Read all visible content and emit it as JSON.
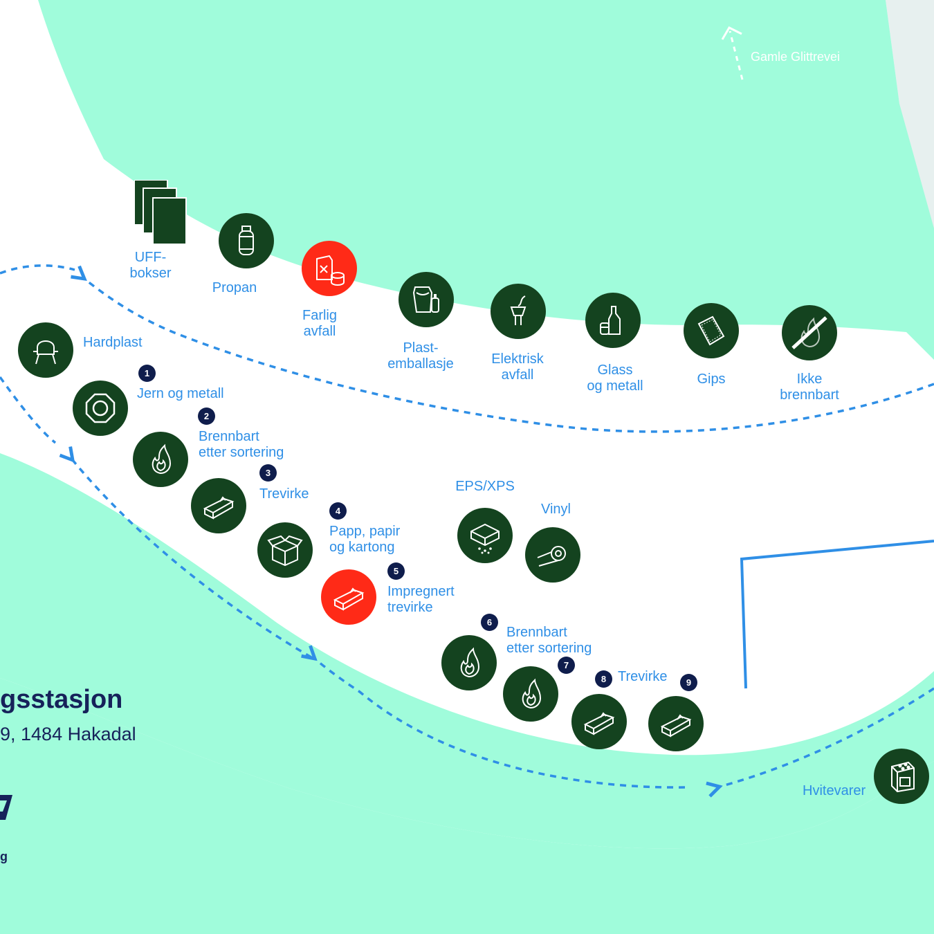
{
  "map": {
    "colors": {
      "green_area": "#a0fcdb",
      "grey_area": "#e7f0ef",
      "icon_green": "#14431f",
      "icon_red": "#ff2a17",
      "path_blue": "#2f8fe6",
      "number_navy": "#0f1d4c",
      "text_navy": "#16225a"
    },
    "road_label": "Gamle Glittrevei",
    "station_title": "gsstasjon",
    "station_address": "9, 1484 Hakadal",
    "logo_partial": "g",
    "stations": [
      {
        "id": "uff",
        "label": "UFF-\nbokser",
        "icon": "stacked-boxes-icon",
        "style": "square"
      },
      {
        "id": "propan",
        "label": "Propan",
        "icon": "gas-cylinder-icon",
        "style": "green"
      },
      {
        "id": "farlig",
        "label": "Farlig\navfall",
        "icon": "hazard-canister-icon",
        "style": "red"
      },
      {
        "id": "plast",
        "label": "Plast-\nemballasje",
        "icon": "plastic-packaging-icon",
        "style": "green"
      },
      {
        "id": "elektrisk",
        "label": "Elektrisk\navfall",
        "icon": "electric-plug-icon",
        "style": "green"
      },
      {
        "id": "glass",
        "label": "Glass\nog metall",
        "icon": "bottle-can-icon",
        "style": "green"
      },
      {
        "id": "gips",
        "label": "Gips",
        "icon": "plasterboard-icon",
        "style": "green"
      },
      {
        "id": "ikke",
        "label": "Ikke\nbrennbart",
        "icon": "no-fire-icon",
        "style": "green"
      },
      {
        "id": "hardplast",
        "label": "Hardplast",
        "icon": "plastic-chair-icon",
        "style": "green"
      },
      {
        "id": "jern",
        "number": "1",
        "label": "Jern og metall",
        "icon": "metal-nut-icon",
        "style": "green"
      },
      {
        "id": "brennbart1",
        "number": "2",
        "label": "Brennbart\netter sortering",
        "icon": "flame-icon",
        "style": "green"
      },
      {
        "id": "trevirke1",
        "number": "3",
        "label": "Trevirke",
        "icon": "wood-plank-icon",
        "style": "green"
      },
      {
        "id": "papp",
        "number": "4",
        "label": "Papp, papir\nog kartong",
        "icon": "cardboard-box-icon",
        "style": "green"
      },
      {
        "id": "impregnert",
        "number": "5",
        "label": "Impregnert\ntrevirke",
        "icon": "wood-plank-icon",
        "style": "red"
      },
      {
        "id": "eps",
        "label": "EPS/XPS",
        "icon": "eps-block-icon",
        "style": "green"
      },
      {
        "id": "vinyl",
        "label": "Vinyl",
        "icon": "vinyl-roll-icon",
        "style": "green"
      },
      {
        "id": "brennbart2",
        "number": "6",
        "label": "Brennbart\netter sortering",
        "icon": "flame-icon",
        "style": "green"
      },
      {
        "id": "brennbart3",
        "number": "7",
        "label": "",
        "icon": "flame-icon",
        "style": "green"
      },
      {
        "id": "trevirke2",
        "number": "8",
        "label": "Trevirke",
        "icon": "wood-plank-icon",
        "style": "green"
      },
      {
        "id": "trevirke3",
        "number": "9",
        "label": "",
        "icon": "wood-plank-icon",
        "style": "green"
      },
      {
        "id": "hvitevarer",
        "label": "Hvitevarer",
        "icon": "stove-icon",
        "style": "green"
      }
    ]
  }
}
